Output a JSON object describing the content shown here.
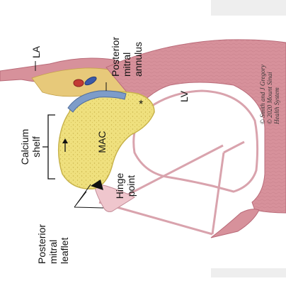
{
  "labels": {
    "la": "LA",
    "lv": "LV",
    "mac": "MAC",
    "asterisk": "*",
    "posterior_mitral_annulus": [
      "Posterior",
      "mitral",
      "annulus"
    ],
    "calcium_shelf": [
      "Calcium",
      "shelf"
    ],
    "hinge_point": [
      "Hinge",
      "point"
    ],
    "posterior_mitral_leaflet": [
      "Posterior",
      "mitral",
      "leaflet"
    ]
  },
  "credit": {
    "line1": "© Smith and J Gregory",
    "line2": "© 2020 Mount Sinai",
    "line3": "Health System"
  },
  "colors": {
    "myocardium": "#d7919b",
    "myocardium_dark": "#b96a78",
    "endocardium": "#efc6cd",
    "calcium": "#efe07e",
    "calcium_dark": "#c7b24a",
    "fat": "#e7c97a",
    "annulus": "#7d9cc9",
    "artery": "#c23a34",
    "vein": "#3b5aa8",
    "panel_gray": "#eeeeee"
  }
}
